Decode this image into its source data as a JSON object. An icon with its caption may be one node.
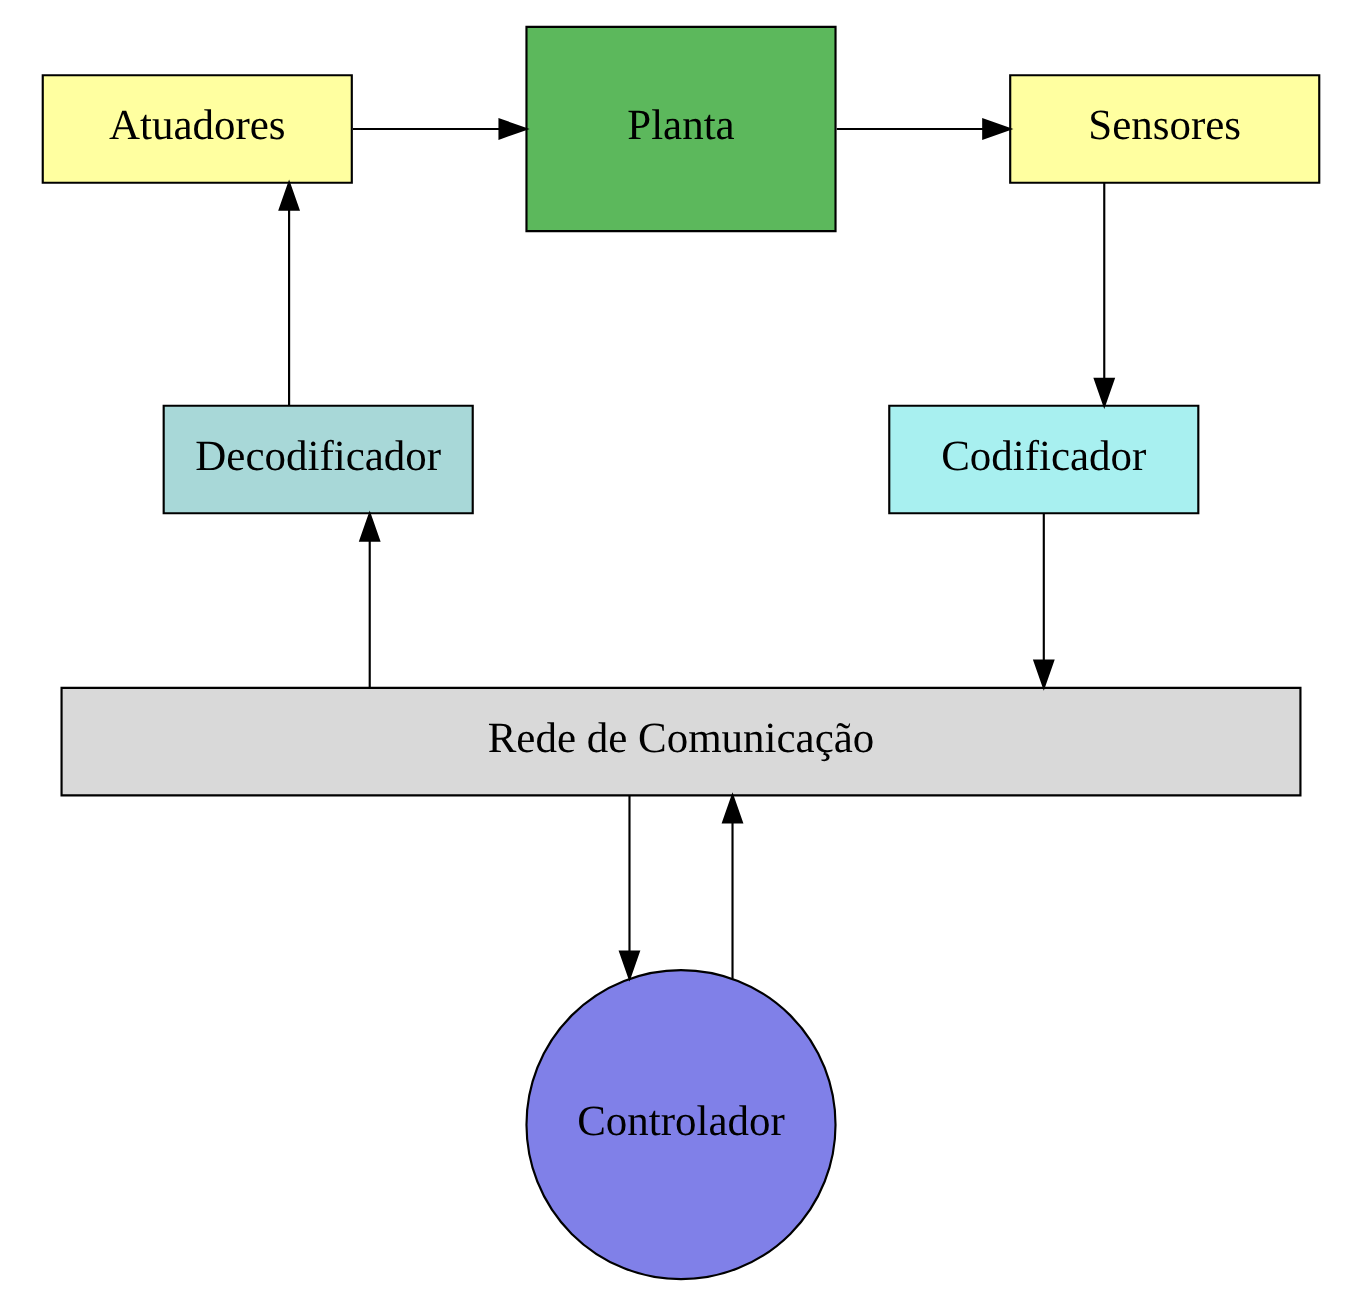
{
  "diagram": {
    "nodes": [
      {
        "text": [
          "Atuadores"
        ]
      },
      {
        "text": [
          "Planta"
        ]
      },
      {
        "text": [
          "Sensores"
        ]
      },
      {
        "text": [
          "Decodificador"
        ]
      },
      {
        "text": [
          "Codificador"
        ]
      },
      {
        "text": [
          "Rede de Comunicação"
        ]
      },
      {
        "text": [
          "Controlador"
        ]
      }
    ],
    "edges": [
      {
        "from": 0,
        "to": 1,
        "arrow": "to"
      },
      {
        "from": 1,
        "to": 2,
        "arrow": "to"
      },
      {
        "from": 2,
        "to": 4,
        "arrow": "to"
      },
      {
        "from": 4,
        "to": 5,
        "arrow": "to"
      },
      {
        "from": 5,
        "to": 3,
        "arrow": "to"
      },
      {
        "from": 3,
        "to": 0,
        "arrow": "to"
      },
      {
        "from": 5,
        "to": 6,
        "arrow": "to"
      },
      {
        "from": 6,
        "to": 5,
        "arrow": "to"
      }
    ]
  }
}
